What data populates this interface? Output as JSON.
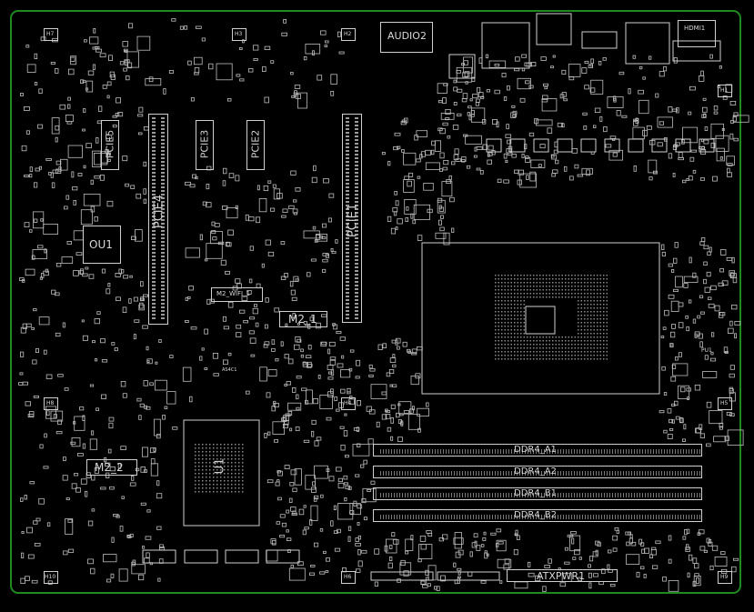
{
  "board": {
    "outline_color": "#1f8a1f",
    "silk_color": "#d0d0d0",
    "background": "#000000"
  },
  "slots": {
    "pcie4": "PCIE4",
    "pcie1": "PCIE1",
    "pcie3": "PCIE3",
    "pcie2": "PCIE2",
    "pcie5": "PCIE5"
  },
  "components": {
    "audio2": "AUDIO2",
    "ou1": "OU1",
    "m2_wifi": "M2_WIFI_1",
    "m2_1": "M2_1",
    "m2_2": "M2_2",
    "atxpwr": "ATXPWR1",
    "hdmi": "HDMI1",
    "pch": "U1",
    "chip_small": "AS4C1",
    "io_chip": "PU1"
  },
  "dimms": [
    "DDR4_A1",
    "DDR4_A2",
    "DDR4_B1",
    "DDR4_B2"
  ],
  "holes": {
    "h7": "H7",
    "h3": "H3",
    "h2": "H2",
    "h1": "H1",
    "h8": "H8",
    "h4": "H4",
    "h6": "H6",
    "h5": "H5",
    "h10": "H10",
    "h9": "H9"
  }
}
